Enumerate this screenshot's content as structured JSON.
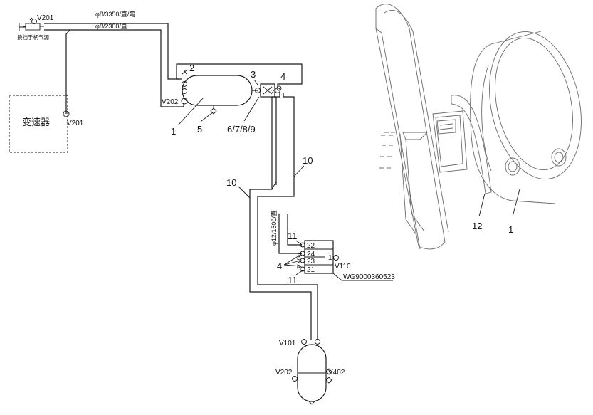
{
  "labels": {
    "v201_top": "V201",
    "v201_gearbox": "V201",
    "v202_tank": "V202",
    "v101": "V101",
    "v202_bottom": "V202",
    "v402": "V402",
    "v110": "V110",
    "part_no": "WG9000360523",
    "pipe_upper": "φ8/3350/直/弯",
    "pipe_lower": "φ8/2300/直",
    "pipe_vertical": "φ12/1500/直",
    "source_caption": "换挡手柄气源",
    "gearbox": "变速器",
    "n1": "1",
    "n2": "2",
    "n3": "3",
    "n4a": "4",
    "n4b": "4",
    "n5": "5",
    "n6789": "6/7/8/9",
    "n10a": "10",
    "n10b": "10",
    "n11a": "11",
    "n11b": "11",
    "n12": "12",
    "n1_right": "1",
    "filter_left": "1",
    "filter_right": "2",
    "valve_22": "22",
    "valve_24": "24",
    "valve_23": "23",
    "valve_21": "21",
    "valve_1": "1"
  }
}
